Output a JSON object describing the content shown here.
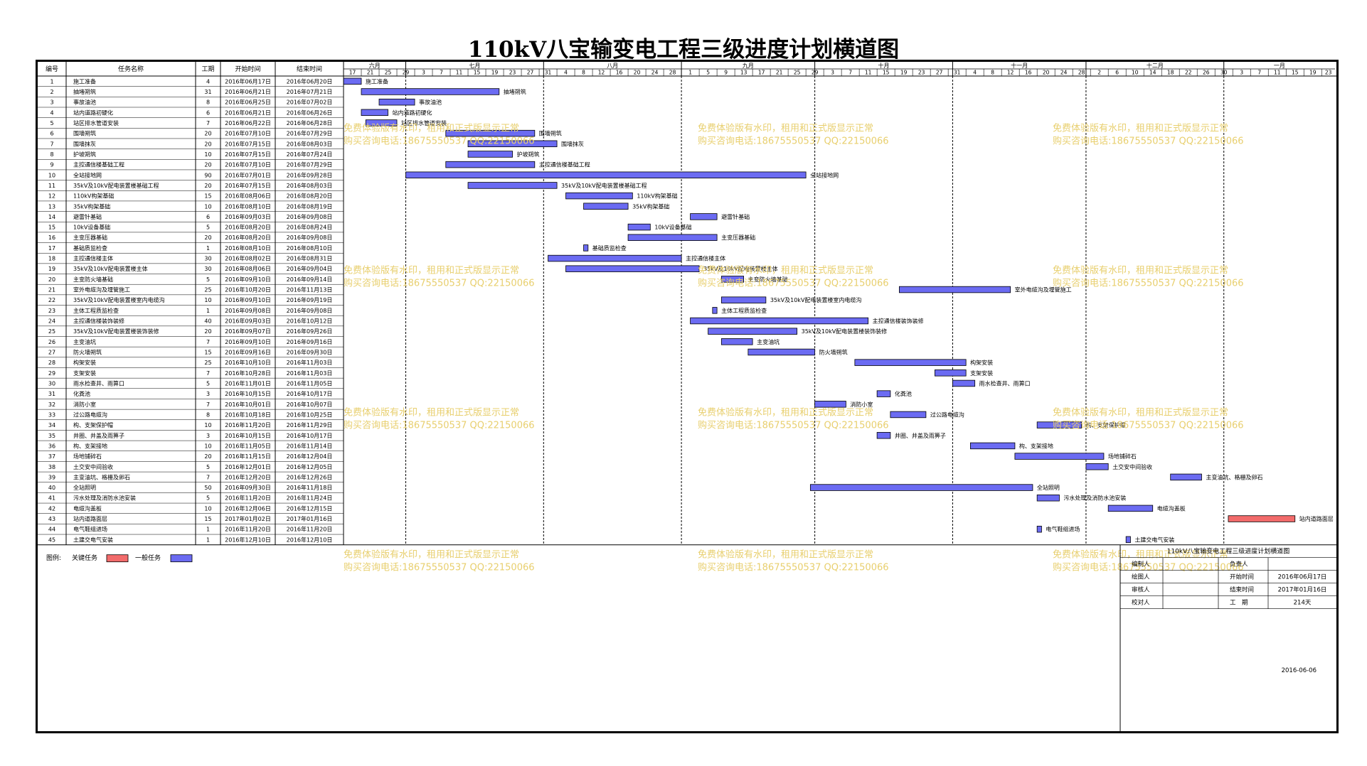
{
  "title": "110kV八宝输变电工程三级进度计划横道图",
  "headers": {
    "id": "编号",
    "name": "任务名称",
    "duration": "工期",
    "start": "开始时间",
    "end": "结束时间"
  },
  "chart_data": {
    "type": "gantt",
    "title": "110kV八宝输变电工程三级进度计划横道图",
    "timeline_start": "2016-06-17",
    "timeline_end": "2017-01-25",
    "months": [
      {
        "label": "六月",
        "start": "2016-06-17"
      },
      {
        "label": "七月",
        "start": "2016-07-01"
      },
      {
        "label": "八月",
        "start": "2016-08-01"
      },
      {
        "label": "九月",
        "start": "2016-09-01"
      },
      {
        "label": "十月",
        "start": "2016-10-01"
      },
      {
        "label": "十一月",
        "start": "2016-11-01"
      },
      {
        "label": "十二月",
        "start": "2016-12-01"
      },
      {
        "label": "一月",
        "start": "2017-01-01"
      }
    ],
    "day_ticks": [
      [
        "2016-06-17",
        "17"
      ],
      [
        "2016-06-21",
        "21"
      ],
      [
        "2016-06-25",
        "25"
      ],
      [
        "2016-06-29",
        "29"
      ],
      [
        "2016-07-03",
        "3"
      ],
      [
        "2016-07-07",
        "7"
      ],
      [
        "2016-07-11",
        "11"
      ],
      [
        "2016-07-15",
        "15"
      ],
      [
        "2016-07-19",
        "19"
      ],
      [
        "2016-07-23",
        "23"
      ],
      [
        "2016-07-27",
        "27"
      ],
      [
        "2016-07-31",
        "31"
      ],
      [
        "2016-08-04",
        "4"
      ],
      [
        "2016-08-08",
        "8"
      ],
      [
        "2016-08-12",
        "12"
      ],
      [
        "2016-08-16",
        "16"
      ],
      [
        "2016-08-20",
        "20"
      ],
      [
        "2016-08-24",
        "24"
      ],
      [
        "2016-08-28",
        "28"
      ],
      [
        "2016-09-01",
        "1"
      ],
      [
        "2016-09-05",
        "5"
      ],
      [
        "2016-09-09",
        "9"
      ],
      [
        "2016-09-13",
        "13"
      ],
      [
        "2016-09-17",
        "17"
      ],
      [
        "2016-09-21",
        "21"
      ],
      [
        "2016-09-25",
        "25"
      ],
      [
        "2016-09-29",
        "29"
      ],
      [
        "2016-10-03",
        "3"
      ],
      [
        "2016-10-07",
        "7"
      ],
      [
        "2016-10-11",
        "11"
      ],
      [
        "2016-10-15",
        "15"
      ],
      [
        "2016-10-19",
        "19"
      ],
      [
        "2016-10-23",
        "23"
      ],
      [
        "2016-10-27",
        "27"
      ],
      [
        "2016-10-31",
        "31"
      ],
      [
        "2016-11-04",
        "4"
      ],
      [
        "2016-11-08",
        "8"
      ],
      [
        "2016-11-12",
        "12"
      ],
      [
        "2016-11-16",
        "16"
      ],
      [
        "2016-11-20",
        "20"
      ],
      [
        "2016-11-24",
        "24"
      ],
      [
        "2016-11-28",
        "28"
      ],
      [
        "2016-12-02",
        "2"
      ],
      [
        "2016-12-06",
        "6"
      ],
      [
        "2016-12-10",
        "10"
      ],
      [
        "2016-12-14",
        "14"
      ],
      [
        "2016-12-18",
        "18"
      ],
      [
        "2016-12-22",
        "22"
      ],
      [
        "2016-12-26",
        "26"
      ],
      [
        "2016-12-30",
        "30"
      ],
      [
        "2017-01-03",
        "3"
      ],
      [
        "2017-01-07",
        "7"
      ],
      [
        "2017-01-11",
        "11"
      ],
      [
        "2017-01-15",
        "15"
      ],
      [
        "2017-01-19",
        "19"
      ],
      [
        "2017-01-23",
        "23"
      ]
    ],
    "tasks": [
      {
        "id": "1",
        "name": "施工准备",
        "duration": "4",
        "start": "2016年06月17日",
        "end": "2016年06月20日",
        "s": "2016-06-17",
        "e": "2016-06-20",
        "type": "general"
      },
      {
        "id": "2",
        "name": "抽堵朔筑",
        "duration": "31",
        "start": "2016年06月21日",
        "end": "2016年07月21日",
        "s": "2016-06-21",
        "e": "2016-07-21",
        "type": "general"
      },
      {
        "id": "3",
        "name": "事故油池",
        "duration": "8",
        "start": "2016年06月25日",
        "end": "2016年07月02日",
        "s": "2016-06-25",
        "e": "2016-07-02",
        "type": "general"
      },
      {
        "id": "4",
        "name": "站内道路初硬化",
        "duration": "6",
        "start": "2016年06月21日",
        "end": "2016年06月26日",
        "s": "2016-06-21",
        "e": "2016-06-26",
        "type": "general"
      },
      {
        "id": "5",
        "name": "站区排水管道安装",
        "duration": "7",
        "start": "2016年06月22日",
        "end": "2016年06月28日",
        "s": "2016-06-22",
        "e": "2016-06-28",
        "type": "general"
      },
      {
        "id": "6",
        "name": "围墙朔筑",
        "duration": "20",
        "start": "2016年07月10日",
        "end": "2016年07月29日",
        "s": "2016-07-10",
        "e": "2016-07-29",
        "type": "general"
      },
      {
        "id": "7",
        "name": "围墙抹灰",
        "duration": "20",
        "start": "2016年07月15日",
        "end": "2016年08月03日",
        "s": "2016-07-15",
        "e": "2016-08-03",
        "type": "general"
      },
      {
        "id": "8",
        "name": "护坡朔筑",
        "duration": "10",
        "start": "2016年07月15日",
        "end": "2016年07月24日",
        "s": "2016-07-15",
        "e": "2016-07-24",
        "type": "general"
      },
      {
        "id": "9",
        "name": "主控通信楼基础工程",
        "duration": "20",
        "start": "2016年07月10日",
        "end": "2016年07月29日",
        "s": "2016-07-10",
        "e": "2016-07-29",
        "type": "general"
      },
      {
        "id": "10",
        "name": "全站接地网",
        "duration": "90",
        "start": "2016年07月01日",
        "end": "2016年09月28日",
        "s": "2016-07-01",
        "e": "2016-09-28",
        "type": "general"
      },
      {
        "id": "11",
        "name": "35kV及10kV配电装置楼基础工程",
        "duration": "20",
        "start": "2016年07月15日",
        "end": "2016年08月03日",
        "s": "2016-07-15",
        "e": "2016-08-03",
        "type": "general"
      },
      {
        "id": "12",
        "name": "110kV构架基础",
        "duration": "15",
        "start": "2016年08月06日",
        "end": "2016年08月20日",
        "s": "2016-08-06",
        "e": "2016-08-20",
        "type": "general"
      },
      {
        "id": "13",
        "name": "35kV构架基础",
        "duration": "10",
        "start": "2016年08月10日",
        "end": "2016年08月19日",
        "s": "2016-08-10",
        "e": "2016-08-19",
        "type": "general"
      },
      {
        "id": "14",
        "name": "避雷针基础",
        "duration": "6",
        "start": "2016年09月03日",
        "end": "2016年09月08日",
        "s": "2016-09-03",
        "e": "2016-09-08",
        "type": "general"
      },
      {
        "id": "15",
        "name": "10kV设备基础",
        "duration": "5",
        "start": "2016年08月20日",
        "end": "2016年08月24日",
        "s": "2016-08-20",
        "e": "2016-08-24",
        "type": "general"
      },
      {
        "id": "16",
        "name": "主变压器基础",
        "duration": "20",
        "start": "2016年08月20日",
        "end": "2016年09月08日",
        "s": "2016-08-20",
        "e": "2016-09-08",
        "type": "general"
      },
      {
        "id": "17",
        "name": "基础质监检查",
        "duration": "1",
        "start": "2016年08月10日",
        "end": "2016年08月10日",
        "s": "2016-08-10",
        "e": "2016-08-10",
        "type": "general"
      },
      {
        "id": "18",
        "name": "主控通信楼主体",
        "duration": "30",
        "start": "2016年08月02日",
        "end": "2016年08月31日",
        "s": "2016-08-02",
        "e": "2016-08-31",
        "type": "general"
      },
      {
        "id": "19",
        "name": "35kV及10kV配电装置楼主体",
        "duration": "30",
        "start": "2016年08月06日",
        "end": "2016年09月04日",
        "s": "2016-08-06",
        "e": "2016-09-04",
        "type": "general"
      },
      {
        "id": "20",
        "name": "主变防火墙基础",
        "duration": "5",
        "start": "2016年09月10日",
        "end": "2016年09月14日",
        "s": "2016-09-10",
        "e": "2016-09-14",
        "type": "general"
      },
      {
        "id": "21",
        "name": "室外电缆沟及埋管施工",
        "duration": "25",
        "start": "2016年10月20日",
        "end": "2016年11月13日",
        "s": "2016-10-20",
        "e": "2016-11-13",
        "type": "general"
      },
      {
        "id": "22",
        "name": "35kV及10kV配电装置楼室内电缆沟",
        "duration": "10",
        "start": "2016年09月10日",
        "end": "2016年09月19日",
        "s": "2016-09-10",
        "e": "2016-09-19",
        "type": "general"
      },
      {
        "id": "23",
        "name": "主体工程质监检查",
        "duration": "1",
        "start": "2016年09月08日",
        "end": "2016年09月08日",
        "s": "2016-09-08",
        "e": "2016-09-08",
        "type": "general"
      },
      {
        "id": "24",
        "name": "主控通信楼装饰装修",
        "duration": "40",
        "start": "2016年09月03日",
        "end": "2016年10月12日",
        "s": "2016-09-03",
        "e": "2016-10-12",
        "type": "general"
      },
      {
        "id": "25",
        "name": "35kV及10kV配电装置楼装饰装修",
        "duration": "20",
        "start": "2016年09月07日",
        "end": "2016年09月26日",
        "s": "2016-09-07",
        "e": "2016-09-26",
        "type": "general"
      },
      {
        "id": "26",
        "name": "主变油坑",
        "duration": "7",
        "start": "2016年09月10日",
        "end": "2016年09月16日",
        "s": "2016-09-10",
        "e": "2016-09-16",
        "type": "general"
      },
      {
        "id": "27",
        "name": "防火墙朔筑",
        "duration": "15",
        "start": "2016年09月16日",
        "end": "2016年09月30日",
        "s": "2016-09-16",
        "e": "2016-09-30",
        "type": "general"
      },
      {
        "id": "28",
        "name": "构架安装",
        "duration": "25",
        "start": "2016年10月10日",
        "end": "2016年11月03日",
        "s": "2016-10-10",
        "e": "2016-11-03",
        "type": "general"
      },
      {
        "id": "29",
        "name": "支架安装",
        "duration": "7",
        "start": "2016年10月28日",
        "end": "2016年11月03日",
        "s": "2016-10-28",
        "e": "2016-11-03",
        "type": "general"
      },
      {
        "id": "30",
        "name": "雨水检查井、雨箅口",
        "duration": "5",
        "start": "2016年11月01日",
        "end": "2016年11月05日",
        "s": "2016-11-01",
        "e": "2016-11-05",
        "type": "general"
      },
      {
        "id": "31",
        "name": "化粪池",
        "duration": "3",
        "start": "2016年10月15日",
        "end": "2016年10月17日",
        "s": "2016-10-15",
        "e": "2016-10-17",
        "type": "general"
      },
      {
        "id": "32",
        "name": "消防小室",
        "duration": "7",
        "start": "2016年10月01日",
        "end": "2016年10月07日",
        "s": "2016-10-01",
        "e": "2016-10-07",
        "type": "general"
      },
      {
        "id": "33",
        "name": "过公路电缆沟",
        "duration": "8",
        "start": "2016年10月18日",
        "end": "2016年10月25日",
        "s": "2016-10-18",
        "e": "2016-10-25",
        "type": "general"
      },
      {
        "id": "34",
        "name": "构、支架保护帽",
        "duration": "10",
        "start": "2016年11月20日",
        "end": "2016年11月29日",
        "s": "2016-11-20",
        "e": "2016-11-29",
        "type": "general"
      },
      {
        "id": "35",
        "name": "井圈、井盖及雨箅子",
        "duration": "3",
        "start": "2016年10月15日",
        "end": "2016年10月17日",
        "s": "2016-10-15",
        "e": "2016-10-17",
        "type": "general"
      },
      {
        "id": "36",
        "name": "构、支架接地",
        "duration": "10",
        "start": "2016年11月05日",
        "end": "2016年11月14日",
        "s": "2016-11-05",
        "e": "2016-11-14",
        "type": "general"
      },
      {
        "id": "37",
        "name": "场地铺碎石",
        "duration": "20",
        "start": "2016年11月15日",
        "end": "2016年12月04日",
        "s": "2016-11-15",
        "e": "2016-12-04",
        "type": "general"
      },
      {
        "id": "38",
        "name": "土交安中间验收",
        "duration": "5",
        "start": "2016年12月01日",
        "end": "2016年12月05日",
        "s": "2016-12-01",
        "e": "2016-12-05",
        "type": "general"
      },
      {
        "id": "39",
        "name": "主变油坑、格栅及卵石",
        "duration": "7",
        "start": "2016年12月20日",
        "end": "2016年12月26日",
        "s": "2016-12-20",
        "e": "2016-12-26",
        "type": "general"
      },
      {
        "id": "40",
        "name": "全站照明",
        "duration": "50",
        "start": "2016年09月30日",
        "end": "2016年11月18日",
        "s": "2016-09-30",
        "e": "2016-11-18",
        "type": "general"
      },
      {
        "id": "41",
        "name": "污水处理及消防水池安装",
        "duration": "5",
        "start": "2016年11月20日",
        "end": "2016年11月24日",
        "s": "2016-11-20",
        "e": "2016-11-24",
        "type": "general"
      },
      {
        "id": "42",
        "name": "电缆沟盖板",
        "duration": "10",
        "start": "2016年12月06日",
        "end": "2016年12月15日",
        "s": "2016-12-06",
        "e": "2016-12-15",
        "type": "general"
      },
      {
        "id": "43",
        "name": "站内道路面层",
        "duration": "15",
        "start": "2017年01月02日",
        "end": "2017年01月16日",
        "s": "2017-01-02",
        "e": "2017-01-16",
        "type": "critical"
      },
      {
        "id": "44",
        "name": "电气鞋组进场",
        "duration": "1",
        "start": "2016年11月20日",
        "end": "2016年11月20日",
        "s": "2016-11-20",
        "e": "2016-11-20",
        "type": "general"
      },
      {
        "id": "45",
        "name": "土建交电气安装",
        "duration": "1",
        "start": "2016年12月10日",
        "end": "2016年12月10日",
        "s": "2016-12-10",
        "e": "2016-12-10",
        "type": "general"
      }
    ]
  },
  "legend": {
    "label": "图例:",
    "critical": "关键任务",
    "general": "一般任务"
  },
  "colors": {
    "general": "#6b6bf2",
    "critical": "#f26b6b",
    "watermark": "#e8cf6e"
  },
  "watermark": {
    "line1": "免费体验版有水印，租用和正式版显示正常",
    "line2": "购买咨询电话:18675550537 QQ:22150066"
  },
  "info": {
    "title": "110kV八宝输变电工程三级进度计划横道图",
    "rows": [
      [
        "编制人",
        "",
        "负责人",
        ""
      ],
      [
        "绘图人",
        "",
        "开始时间",
        "2016年06月17日"
      ],
      [
        "审核人",
        "",
        "结束时间",
        "2017年01月16日"
      ],
      [
        "校对人",
        "",
        "工　期",
        "214天"
      ]
    ],
    "date": "2016-06-06"
  }
}
